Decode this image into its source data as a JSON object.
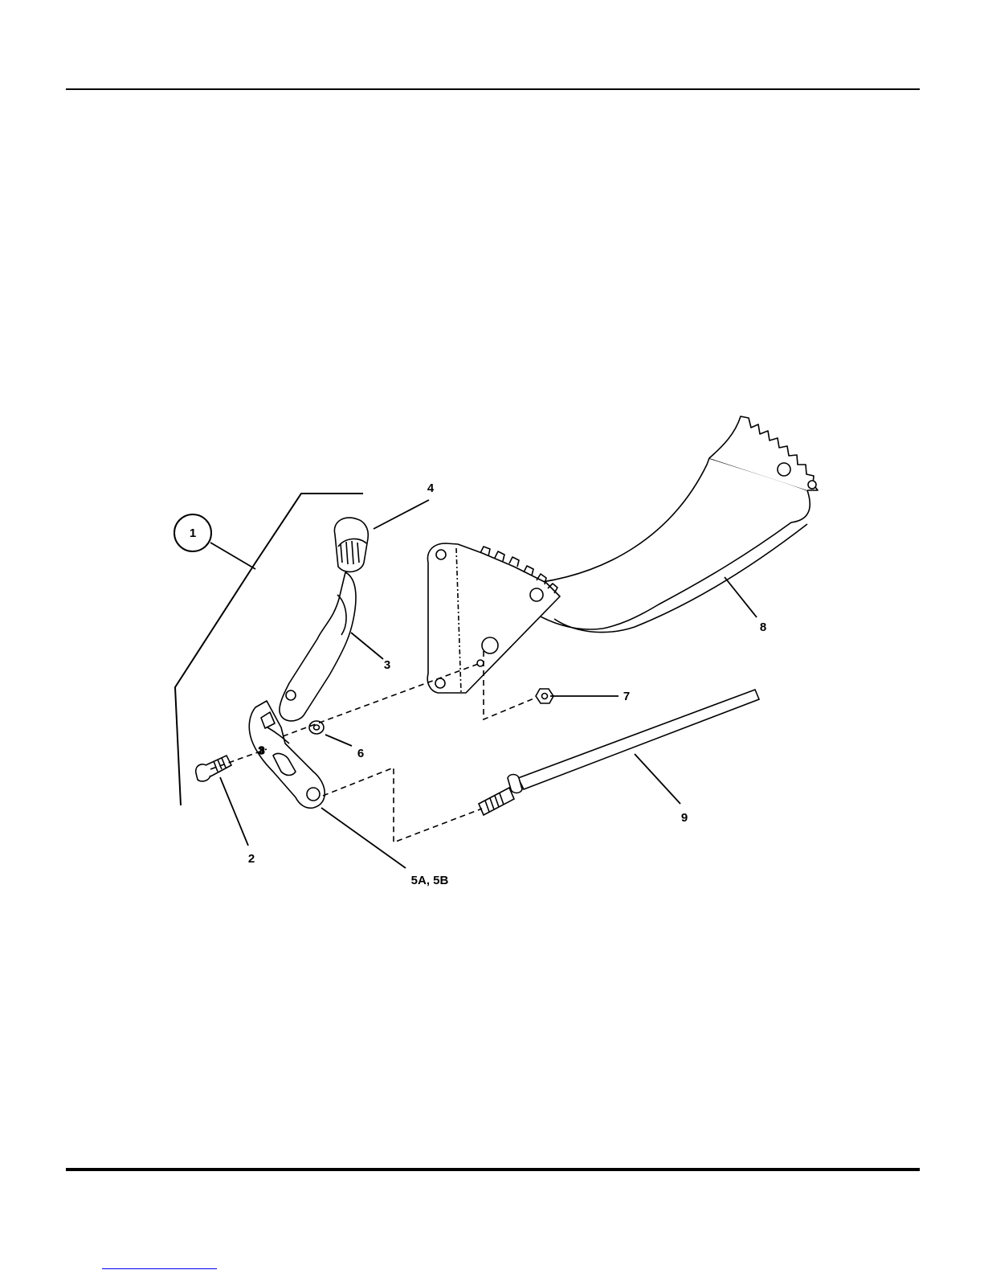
{
  "diagram": {
    "callouts": {
      "assembly": "1",
      "bolt": "2",
      "lever": "3",
      "lever_small": "3",
      "knob": "4",
      "bracket": "5A, 5B",
      "washer": "6",
      "nut": "7",
      "deflector": "8",
      "rod": "9"
    }
  }
}
